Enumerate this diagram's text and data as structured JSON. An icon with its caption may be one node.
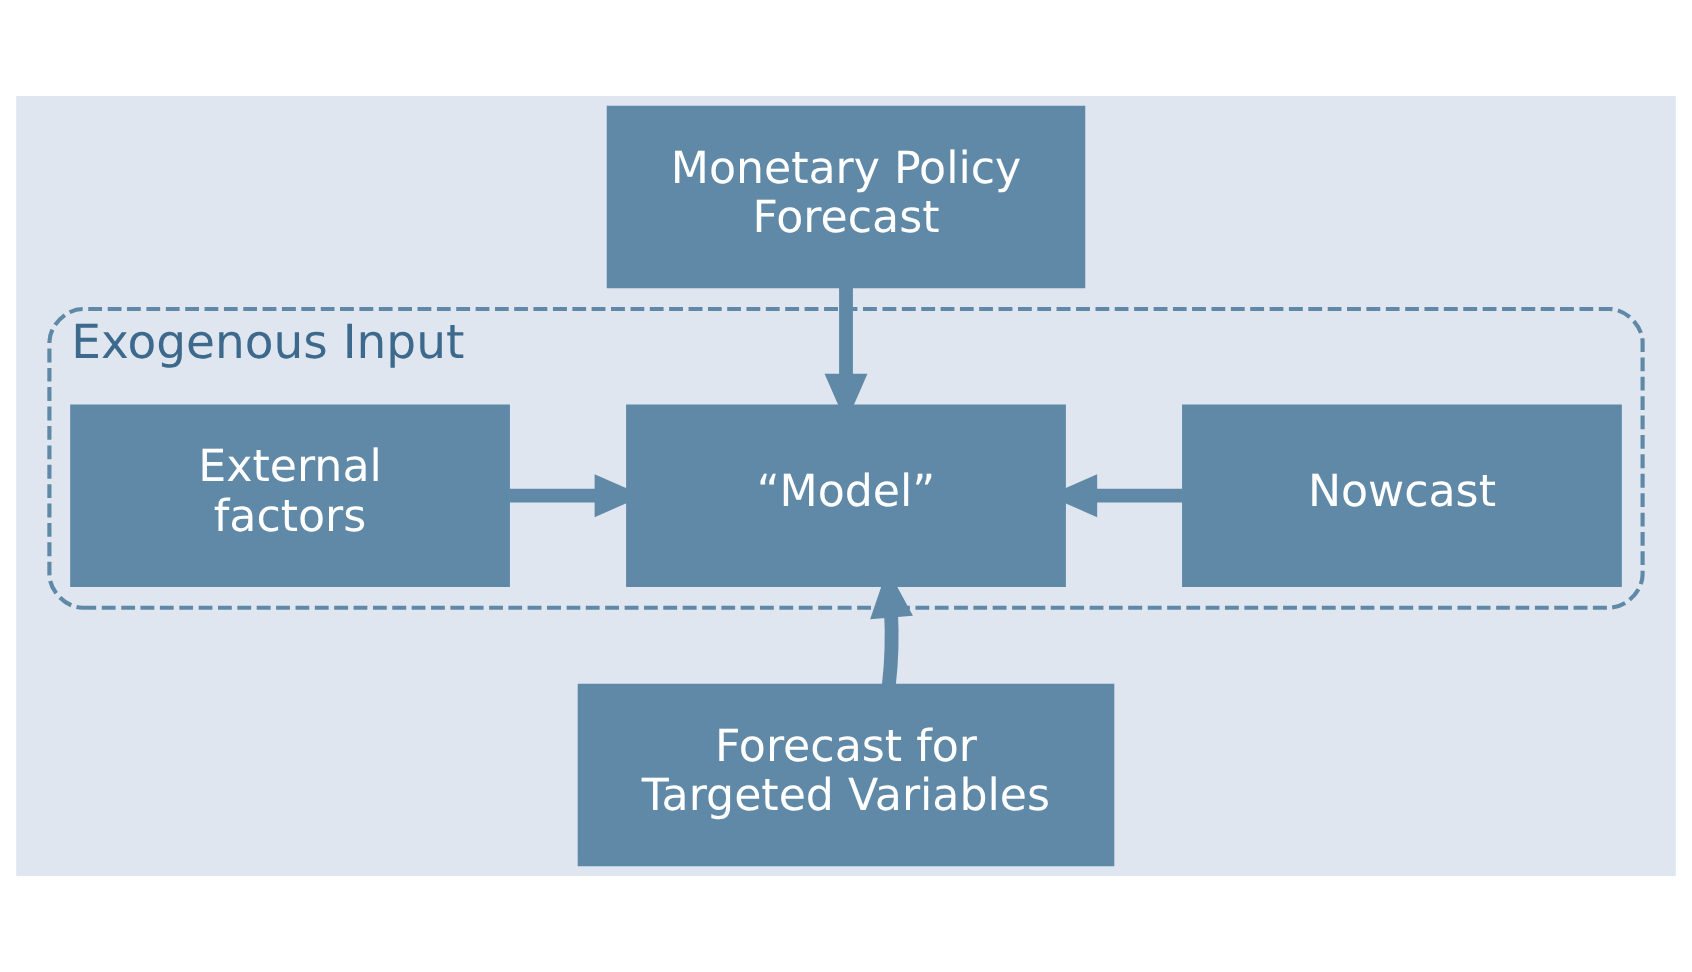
{
  "diagram": {
    "nodes": [
      {
        "text": [
          "Monetary Policy Forecast"
        ]
      },
      {
        "text": [
          "Exogenous Input"
        ]
      },
      {
        "text": [
          "Nowcast"
        ],
        "in": 1
      },
      {
        "text": [
          "“Model”"
        ],
        "in": 1
      },
      {
        "text": [
          "External factors"
        ],
        "in": 1
      },
      {
        "text": [
          "Forecast for Targeted Variables"
        ]
      }
    ],
    "edges": [
      {
        "from": 0,
        "to": 3,
        "arrow": "to"
      },
      {
        "from": 2,
        "to": 3,
        "arrow": "to"
      },
      {
        "from": 4,
        "to": 3,
        "arrow": "to"
      },
      {
        "from": 5,
        "to": 3,
        "arrow": "to"
      }
    ]
  }
}
